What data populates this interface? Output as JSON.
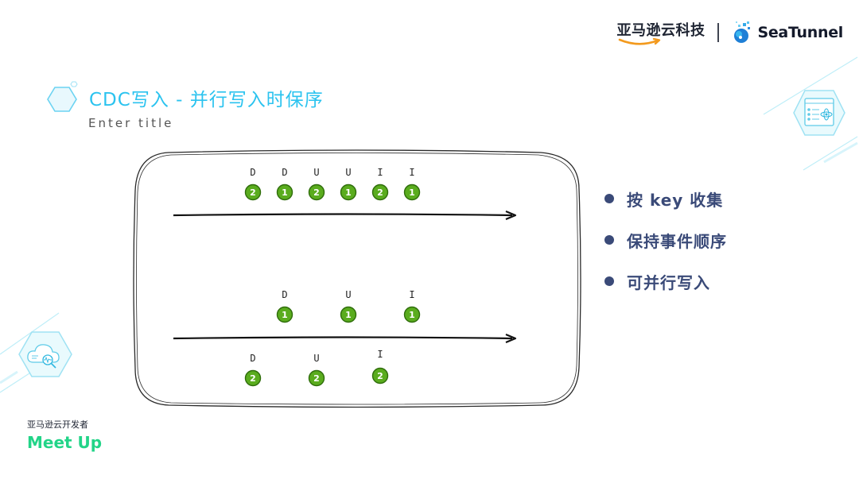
{
  "header": {
    "amazon_brand": "亚马逊云科技",
    "seatunnel_brand": "SeaTunnel"
  },
  "title": {
    "main": "CDC写入 - 并行写入时保序",
    "subtitle": "Enter title"
  },
  "diagram": {
    "top_stream": {
      "events": [
        {
          "op": "D",
          "key": "2"
        },
        {
          "op": "D",
          "key": "1"
        },
        {
          "op": "U",
          "key": "2"
        },
        {
          "op": "U",
          "key": "1"
        },
        {
          "op": "I",
          "key": "2"
        },
        {
          "op": "I",
          "key": "1"
        }
      ]
    },
    "bottom_upper": {
      "events": [
        {
          "op": "D",
          "key": "1"
        },
        {
          "op": "U",
          "key": "1"
        },
        {
          "op": "I",
          "key": "1"
        }
      ]
    },
    "bottom_lower": {
      "events": [
        {
          "op": "D",
          "key": "2"
        },
        {
          "op": "U",
          "key": "2"
        },
        {
          "op": "I",
          "key": "2"
        }
      ]
    },
    "colors": {
      "badge_fill": "#5aac1e",
      "badge_stroke": "#2f6d0b",
      "arrow": "#111111"
    }
  },
  "bullets": [
    {
      "text": "按 key 收集"
    },
    {
      "text": "保持事件顺序"
    },
    {
      "text": "可并行写入"
    }
  ],
  "footer": {
    "small": "亚马逊云开发者",
    "big": "Meet Up"
  },
  "colors": {
    "title": "#2bc3ef",
    "bullet": "#3a4a78",
    "footer_accent": "#22d488"
  }
}
